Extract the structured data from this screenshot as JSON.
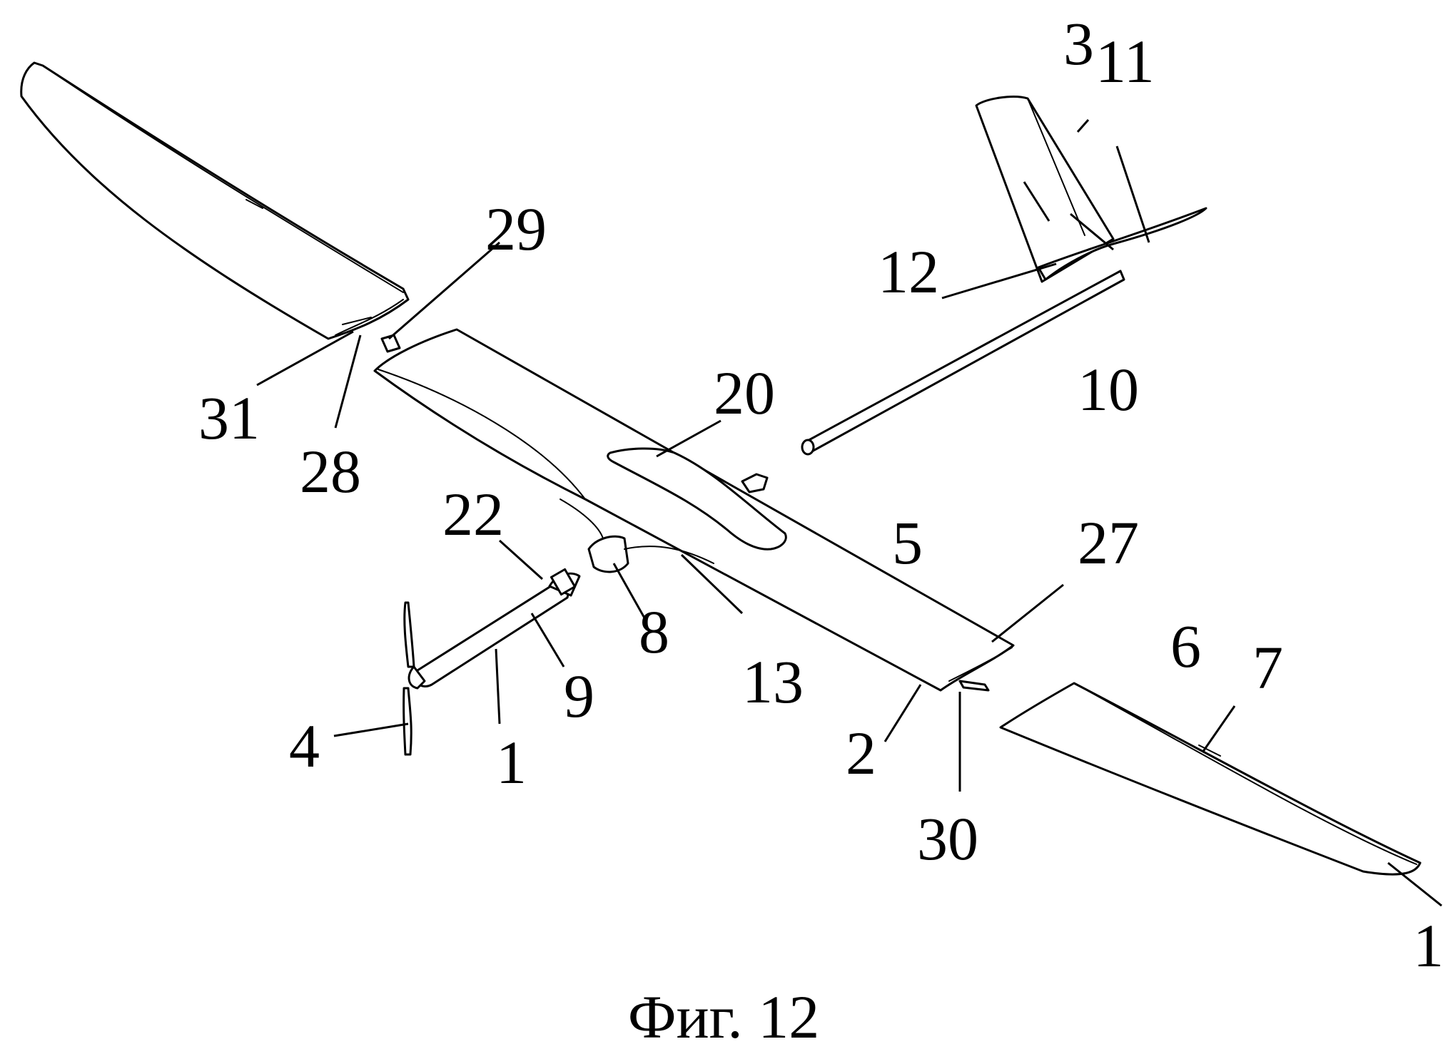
{
  "figure": {
    "caption": "Фиг. 12",
    "labels": {
      "l1_motor": "1",
      "l1_wing": "1",
      "l2": "2",
      "l3": "3",
      "l4": "4",
      "l5": "5",
      "l6": "6",
      "l7": "7",
      "l8": "8",
      "l9": "9",
      "l10": "10",
      "l11": "11",
      "l12": "12",
      "l13": "13",
      "l20": "20",
      "l22": "22",
      "l27": "27",
      "l28": "28",
      "l29": "29",
      "l30": "30",
      "l31": "31"
    }
  }
}
